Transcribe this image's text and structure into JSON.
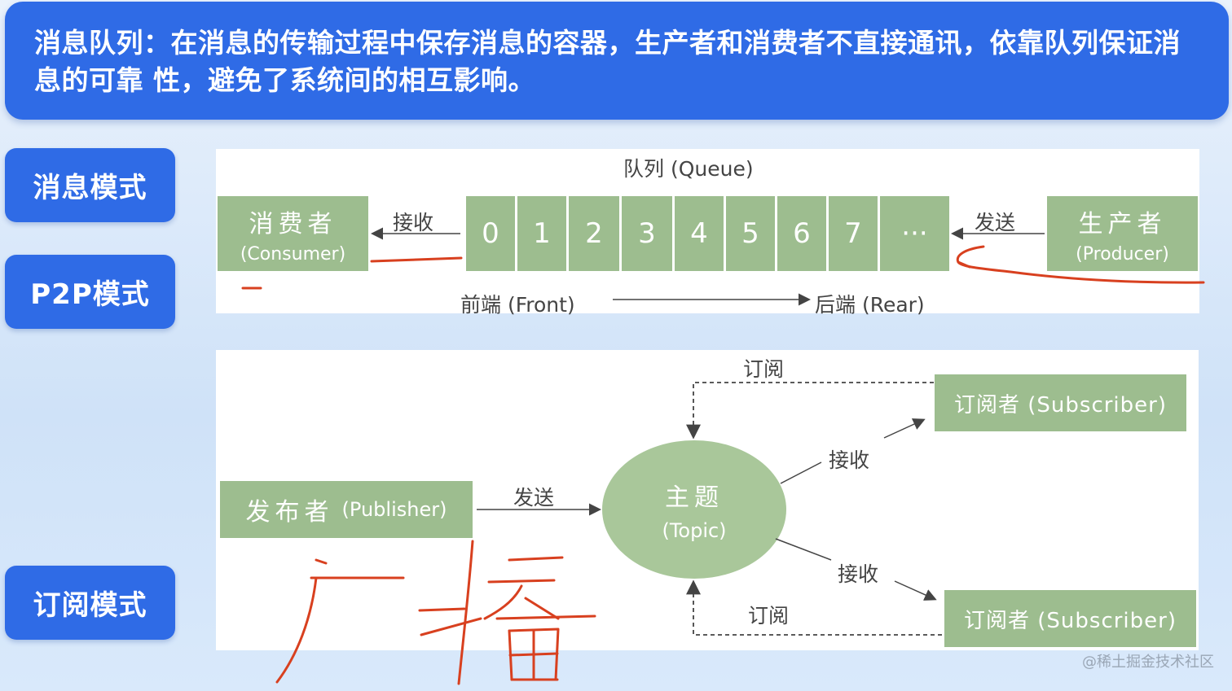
{
  "header": {
    "text": "消息队列：在消息的传输过程中保存消息的容器，生产者和消费者不直接通讯，依靠队列保证消息的可靠 性，避免了系统间的相互影响。"
  },
  "modes": {
    "message_mode": "消息模式",
    "p2p_mode": "P2P模式",
    "subscribe_mode": "订阅模式"
  },
  "queue_diagram": {
    "title": "队列 (Queue)",
    "consumer_cn": "消费者",
    "consumer_en": "(Consumer)",
    "producer_cn": "生产者",
    "producer_en": "(Producer)",
    "receive_label": "接收",
    "send_label": "发送",
    "cells": [
      "0",
      "1",
      "2",
      "3",
      "4",
      "5",
      "6",
      "7",
      "···"
    ],
    "front_label": "前端 (Front)",
    "rear_label": "后端 (Rear)"
  },
  "pubsub_diagram": {
    "publisher_cn": "发布者",
    "publisher_en": "(Publisher)",
    "send_label": "发送",
    "topic_cn": "主题",
    "topic_en": "(Topic)",
    "receive_label_top": "接收",
    "receive_label_bottom": "接收",
    "subscribe_label_top": "订阅",
    "subscribe_label_bottom": "订阅",
    "subscriber_top": "订阅者 (Subscriber)",
    "subscriber_bottom": "订阅者 (Subscriber)"
  },
  "annotations": {
    "handwritten": "广播",
    "ink_color": "#d8401f"
  },
  "watermark": "@稀土掘金技术社区",
  "colors": {
    "brand_blue": "#2f6be6",
    "box_green": "#9dbd8f",
    "topic_green": "#a9c79a"
  }
}
